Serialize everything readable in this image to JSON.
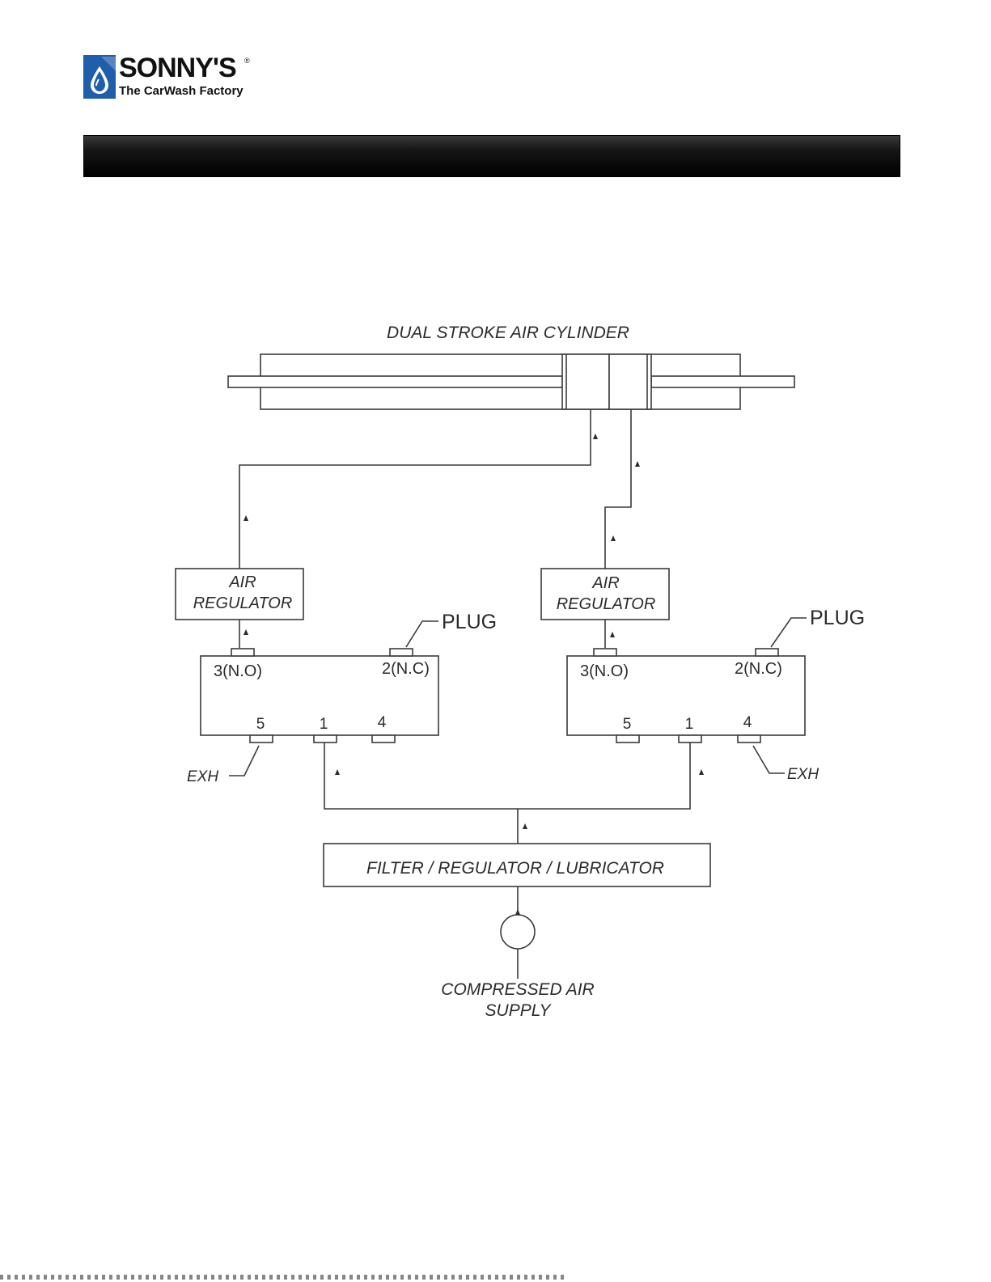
{
  "header": {
    "logo": {
      "brand": "SONNY'S",
      "registered_mark": "®",
      "tagline": "The CarWash Factory"
    }
  },
  "diagram": {
    "cylinder_label": "DUAL STROKE AIR CYLINDER",
    "left_regulator": {
      "line1": "AIR",
      "line2": "REGULATOR"
    },
    "right_regulator": {
      "line1": "AIR",
      "line2": "REGULATOR"
    },
    "left_valve": {
      "port_3": "3(N.O)",
      "port_2": "2(N.C)",
      "port_5": "5",
      "port_1": "1",
      "port_4": "4",
      "plug_label": "PLUG",
      "exhaust_label": "EXH"
    },
    "right_valve": {
      "port_3": "3(N.O)",
      "port_2": "2(N.C)",
      "port_5": "5",
      "port_1": "1",
      "port_4": "4",
      "plug_label": "PLUG",
      "exhaust_label": "EXH"
    },
    "frl_label": "FILTER / REGULATOR / LUBRICATOR",
    "supply_label": {
      "line1": "COMPRESSED AIR",
      "line2": "SUPPLY"
    }
  },
  "colors": {
    "brand_blue": "#1f5ea8",
    "line": "#3a3a3a",
    "header_bar": "#000000"
  }
}
